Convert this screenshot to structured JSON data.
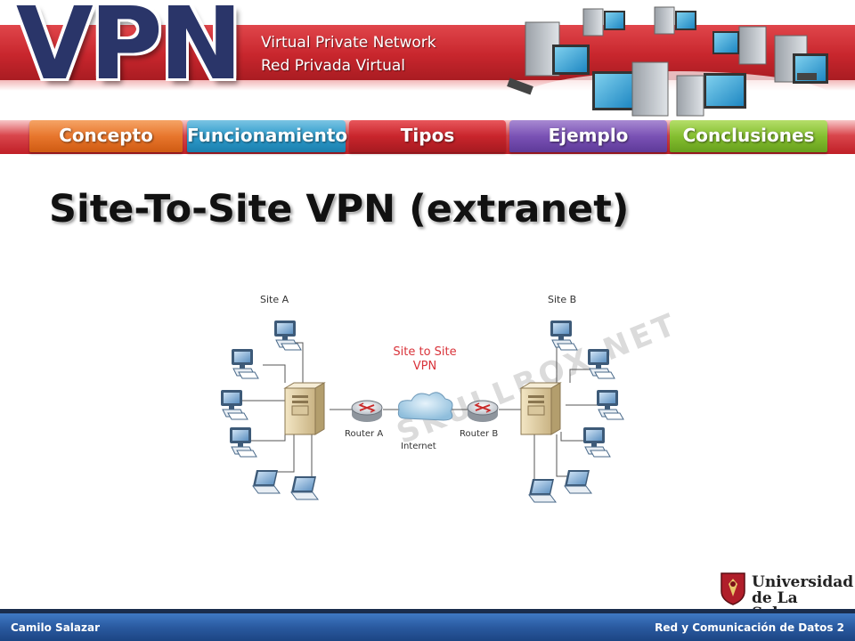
{
  "header": {
    "logo_text": "VPN",
    "subtitle_1": "Virtual Private Network",
    "subtitle_2": "Red Privada Virtual"
  },
  "nav": {
    "tabs": [
      {
        "label": "Concepto",
        "color": "#e8762d"
      },
      {
        "label": "Funcionamiento",
        "color": "#2f9ccc"
      },
      {
        "label": "Tipos",
        "color": "#c9252c"
      },
      {
        "label": "Ejemplo",
        "color": "#7a52b5"
      },
      {
        "label": "Conclusiones",
        "color": "#85bf31"
      }
    ]
  },
  "slide": {
    "title": "Site-To-Site VPN (extranet)"
  },
  "diagram": {
    "site_a": "Site A",
    "site_b": "Site B",
    "vpn_label_1": "Site to Site",
    "vpn_label_2": "VPN",
    "router_a": "Router A",
    "router_b": "Router B",
    "internet": "Internet",
    "watermark": "SKULLBOX.NET",
    "vpn_label_color": "#d9333a"
  },
  "footer": {
    "author": "Camilo Salazar",
    "course": "Red y Comunicación de Datos 2"
  },
  "university": {
    "line_1": "Universidad",
    "line_2": "de La Sabana"
  }
}
